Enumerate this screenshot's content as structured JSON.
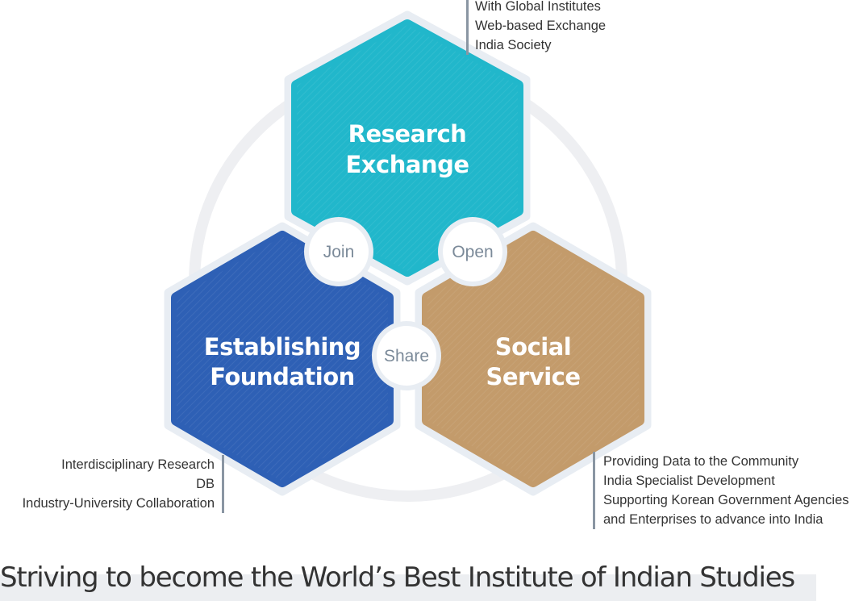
{
  "hexagons": {
    "research_exchange": {
      "line1": "Research",
      "line2": "Exchange",
      "color": "#21b7cb"
    },
    "establishing_foundation": {
      "line1": "Establishing",
      "line2": "Foundation",
      "color": "#2e60b5"
    },
    "social_service": {
      "line1": "Social",
      "line2": "Service",
      "color": "#c39b6b"
    }
  },
  "connectors": {
    "join": "Join",
    "open": "Open",
    "share": "Share"
  },
  "notes": {
    "research_exchange": [
      "With Global Institutes",
      "Web-based Exchange",
      "India Society"
    ],
    "establishing_foundation": [
      "Interdisciplinary Research",
      "DB",
      "Industry-University Collaboration"
    ],
    "social_service": [
      "Providing Data to the Community",
      "India Specialist Development",
      "Supporting Korean Government Agencies",
      "and Enterprises to advance into India"
    ]
  },
  "slogan": "Striving to become the World’s Best Institute of Indian Studies",
  "colors": {
    "ring": "#eeeff2",
    "hex_border": "#e8edf3",
    "note_line": "#8a96a3",
    "connector_text": "#7b8a99"
  }
}
